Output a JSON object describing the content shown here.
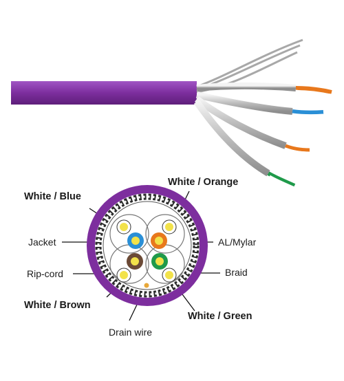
{
  "colors": {
    "jacket": "#7d2e9e",
    "jacket_light": "#9a4cbd",
    "foil": "#d4d4d4",
    "braid_dark": "#3a3a3a",
    "blue": "#2a8fd6",
    "orange": "#e8781c",
    "brown": "#6b4a36",
    "green": "#1f9a4a",
    "white_core": "#f2e24a",
    "drain": "#e8a83a"
  },
  "labels": {
    "white_blue": "White / Blue",
    "white_orange": "White / Orange",
    "jacket": "Jacket",
    "al_mylar": "AL/Mylar",
    "rip_cord": "Rip-cord",
    "braid": "Braid",
    "white_brown": "White / Brown",
    "white_green": "White / Green",
    "drain_wire": "Drain wire"
  },
  "icons": {
    "cable_photo": "cable-illustration",
    "cross_section": "cross-section-diagram"
  }
}
